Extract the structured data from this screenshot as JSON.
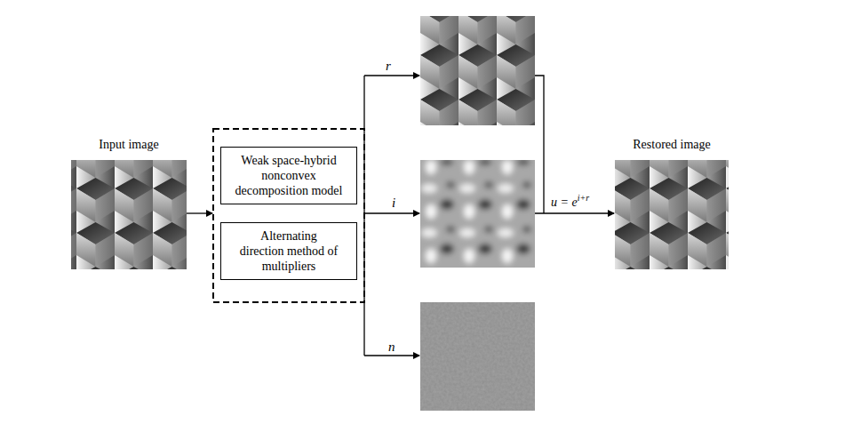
{
  "diagram": {
    "nodes": [
      {
        "text": [
          "Input image"
        ]
      },
      {
        "text": [
          "Weak space-hybrid nonconvex decomposition model"
        ]
      },
      {
        "text": [
          "Alternating direction method of multipliers"
        ]
      },
      {
        "text": [
          "Restored image"
        ]
      }
    ],
    "labels": [
      "r",
      "i",
      "n",
      "u = e",
      "i+r"
    ]
  }
}
